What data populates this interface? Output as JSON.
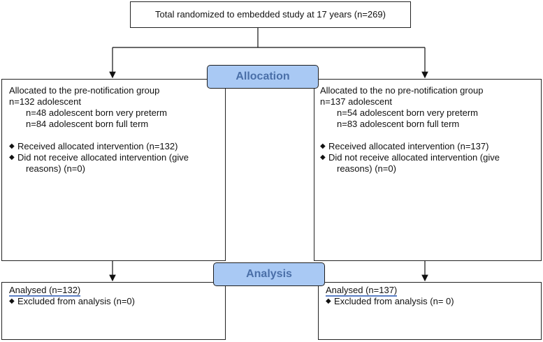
{
  "top": {
    "text": "Total randomized to embedded study at 17 years (n=269)"
  },
  "stages": {
    "allocation": "Allocation",
    "analysis": "Analysis"
  },
  "left_allocation": {
    "line1": "Allocated to the pre-notification group",
    "line2": "n=132 adolescent",
    "line3": "n=48 adolescent born very preterm",
    "line4": "n=84 adolescent born full term",
    "bullet1": "Received allocated intervention (n=132)",
    "bullet2a": "Did not receive allocated intervention (give",
    "bullet2b": "reasons) (n=0)"
  },
  "right_allocation": {
    "line1": "Allocated to the no pre-notification group",
    "line2": "n=137 adolescent",
    "line3": "n=54 adolescent born very preterm",
    "line4": "n=83 adolescent born full term",
    "bullet1": "Received allocated intervention (n=137)",
    "bullet2a": "Did not receive allocated intervention (give",
    "bullet2b": "reasons) (n=0)"
  },
  "left_analysis": {
    "analysed": "Analysed  (n=132)",
    "excluded": "Excluded from analysis (n=0)"
  },
  "right_analysis": {
    "analysed": "Analysed  (n=137)",
    "excluded": "Excluded from analysis (n= 0)"
  },
  "colors": {
    "stage_fill": "#a9c9f4",
    "stage_text": "#4a6fa8",
    "underline": "#5a7ec4"
  }
}
